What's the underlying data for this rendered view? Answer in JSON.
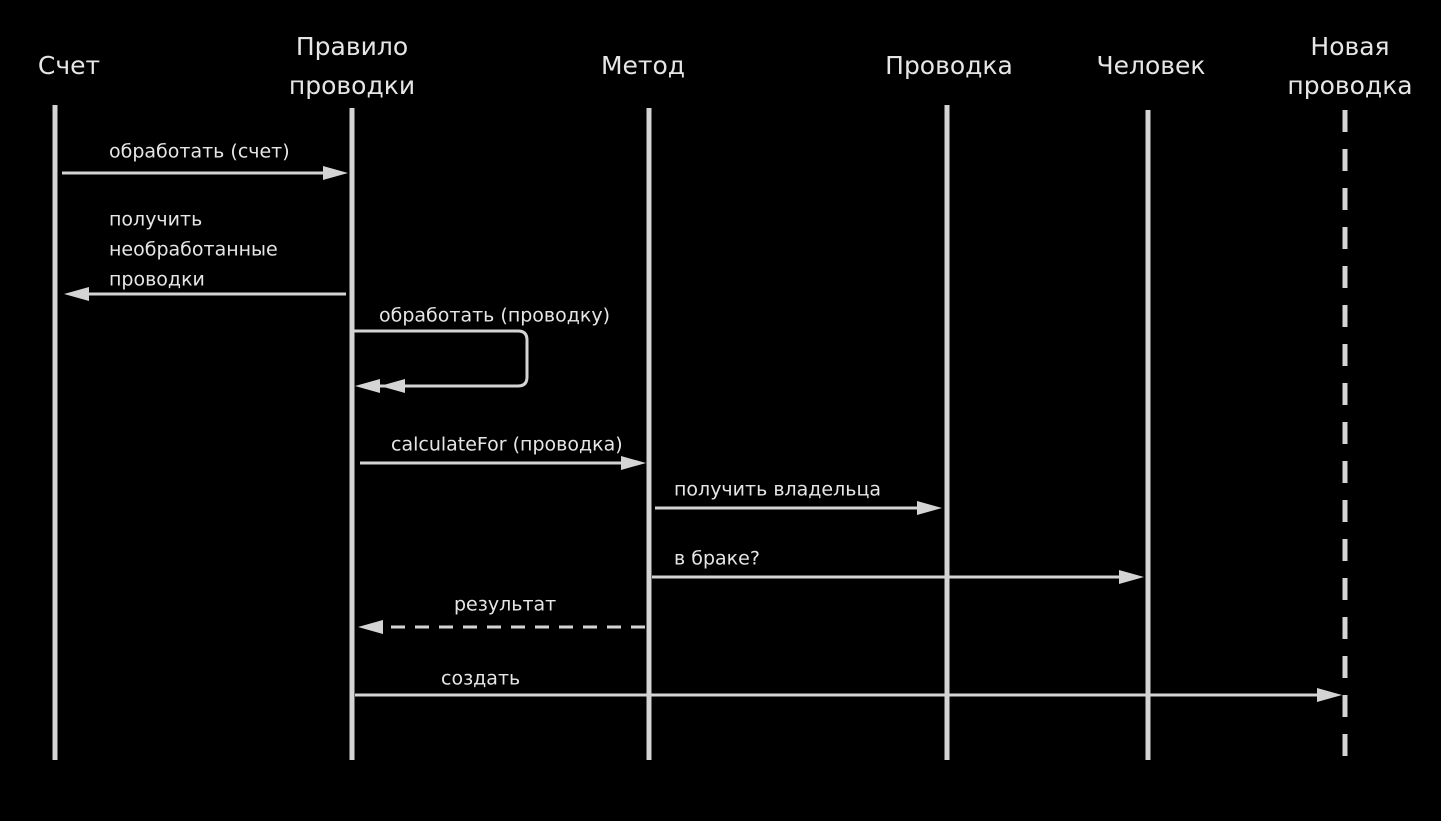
{
  "diagram": {
    "background": "#000000",
    "line_color": "#d4d4d4",
    "text_color": "#e6e6e6",
    "participants": [
      {
        "id": "schet",
        "lines": [
          "Счет"
        ],
        "style": "solid"
      },
      {
        "id": "pravilo",
        "lines": [
          "Правило",
          "проводки"
        ],
        "style": "solid"
      },
      {
        "id": "metod",
        "lines": [
          "Метод"
        ],
        "style": "solid"
      },
      {
        "id": "provodka",
        "lines": [
          "Проводка"
        ],
        "style": "solid"
      },
      {
        "id": "chelovek",
        "lines": [
          "Человек"
        ],
        "style": "solid"
      },
      {
        "id": "novaya",
        "lines": [
          "Новая",
          "проводка"
        ],
        "style": "dashed"
      }
    ],
    "messages": [
      {
        "id": "m1",
        "from": "schet",
        "to": "pravilo",
        "kind": "call",
        "lines": [
          "обработать (счет)"
        ]
      },
      {
        "id": "m2",
        "from": "pravilo",
        "to": "schet",
        "kind": "call",
        "lines": [
          "получить",
          "необработанные",
          "проводки"
        ]
      },
      {
        "id": "m3",
        "from": "pravilo",
        "to": "pravilo",
        "kind": "self",
        "lines": [
          "обработать (проводку)"
        ]
      },
      {
        "id": "m4",
        "from": "pravilo",
        "to": "metod",
        "kind": "call",
        "lines": [
          "calculateFor (проводка)"
        ]
      },
      {
        "id": "m5",
        "from": "metod",
        "to": "provodka",
        "kind": "call",
        "lines": [
          "получить владельца"
        ]
      },
      {
        "id": "m6",
        "from": "metod",
        "to": "chelovek",
        "kind": "call",
        "lines": [
          "в браке?"
        ]
      },
      {
        "id": "m7",
        "from": "metod",
        "to": "pravilo",
        "kind": "return",
        "lines": [
          "результат"
        ]
      },
      {
        "id": "m8",
        "from": "pravilo",
        "to": "novaya",
        "kind": "create",
        "lines": [
          "создать"
        ]
      }
    ]
  }
}
